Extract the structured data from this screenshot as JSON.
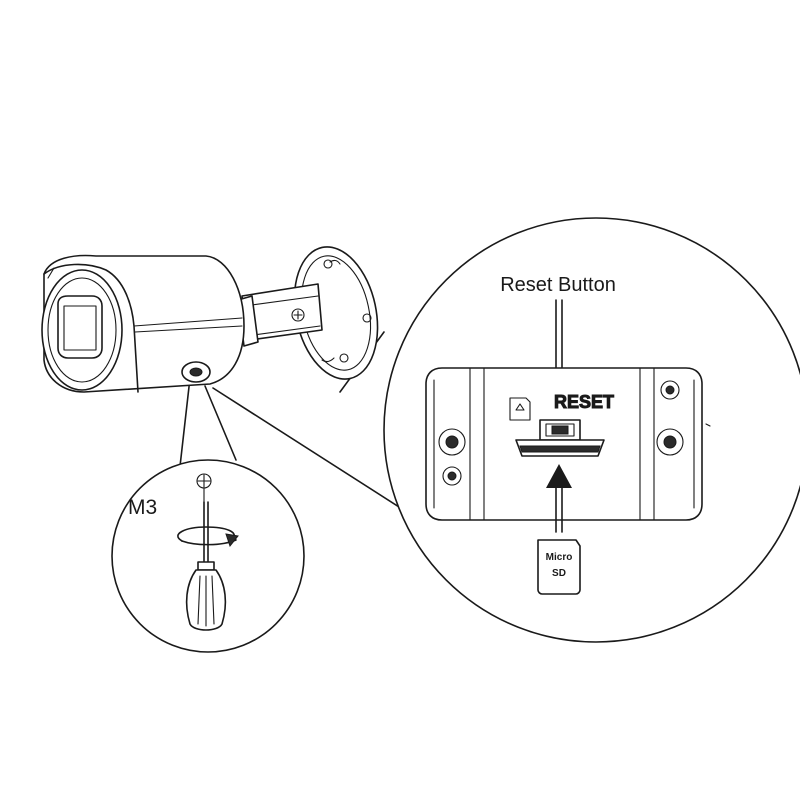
{
  "labels": {
    "reset_button": "Reset Button",
    "reset_silkscreen": "RESET",
    "screw_size": "M3",
    "micro_sd_line1": "Micro",
    "micro_sd_line2": "SD"
  },
  "icons": {
    "camera": "bullet-camera-icon",
    "screwdriver": "screwdriver-icon",
    "screw": "screw-icon",
    "arrow": "insert-arrow-icon",
    "sd_card": "micro-sd-card-icon",
    "sd_symbol": "sd-symbol-icon"
  },
  "colors": {
    "stroke": "#1a1a1a",
    "background": "#ffffff"
  }
}
